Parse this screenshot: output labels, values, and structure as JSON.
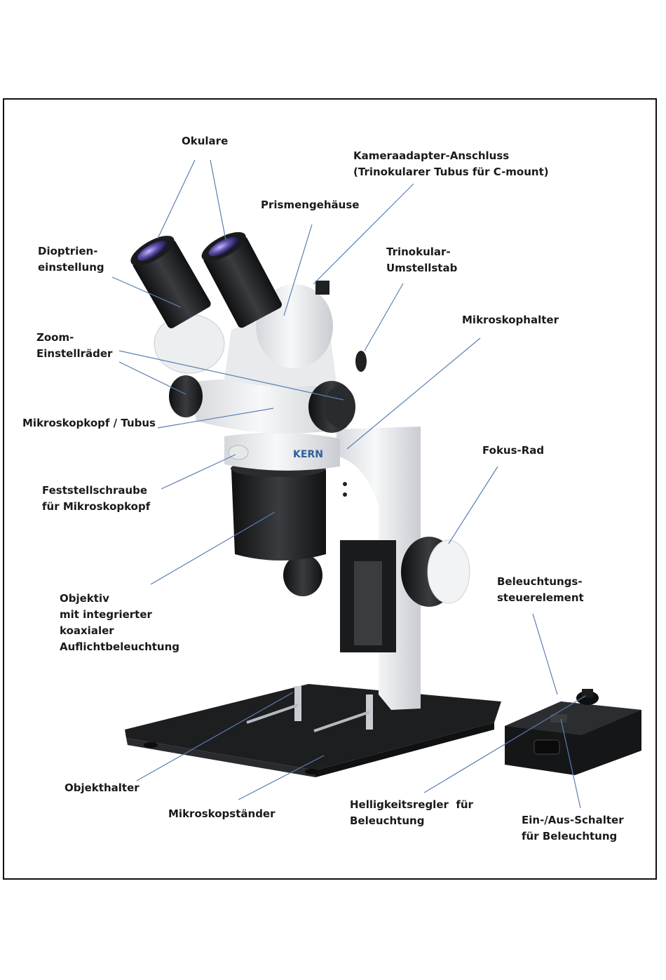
{
  "labels": {
    "okulare": "Okulare",
    "kamera_l1": "Kameraadapter-Anschluss",
    "kamera_l2": "(Trinokularer Tubus für C-mount)",
    "prismen": "Prismengehäuse",
    "dioptrien_l1": "Dioptrien-",
    "dioptrien_l2": "einstellung",
    "trinokular_l1": "Trinokular-",
    "trinokular_l2": "Umstellstab",
    "mikroskophalter": "Mikroskophalter",
    "zoom_l1": "Zoom-",
    "zoom_l2": "Einstellräder",
    "kopf": "Mikroskopkopf / Tubus",
    "fokus": "Fokus-Rad",
    "feststell_l1": "Feststellschraube",
    "feststell_l2": "für Mikroskopkopf",
    "beleuchtung_l1": "Beleuchtungs-",
    "beleuchtung_l2": "steuerelement",
    "objektiv_l1": "Objektiv",
    "objektiv_l2": "mit integrierter",
    "objektiv_l3": "koaxialer",
    "objektiv_l4": "Auflichtbeleuchtung",
    "objekthalter": "Objekthalter",
    "staender": "Mikroskopständer",
    "helligkeit_l1": "Helligkeitsregler  für",
    "helligkeit_l2": "Beleuchtung",
    "schalter_l1": "Ein-/Aus-Schalter",
    "schalter_l2": "für Beleuchtung"
  },
  "brand": "KERN",
  "colors": {
    "leader_line": "#5a7fb0",
    "body_white": "#eef0f2",
    "dark": "#1c1d1f",
    "brand_blue": "#2e5f9e"
  }
}
